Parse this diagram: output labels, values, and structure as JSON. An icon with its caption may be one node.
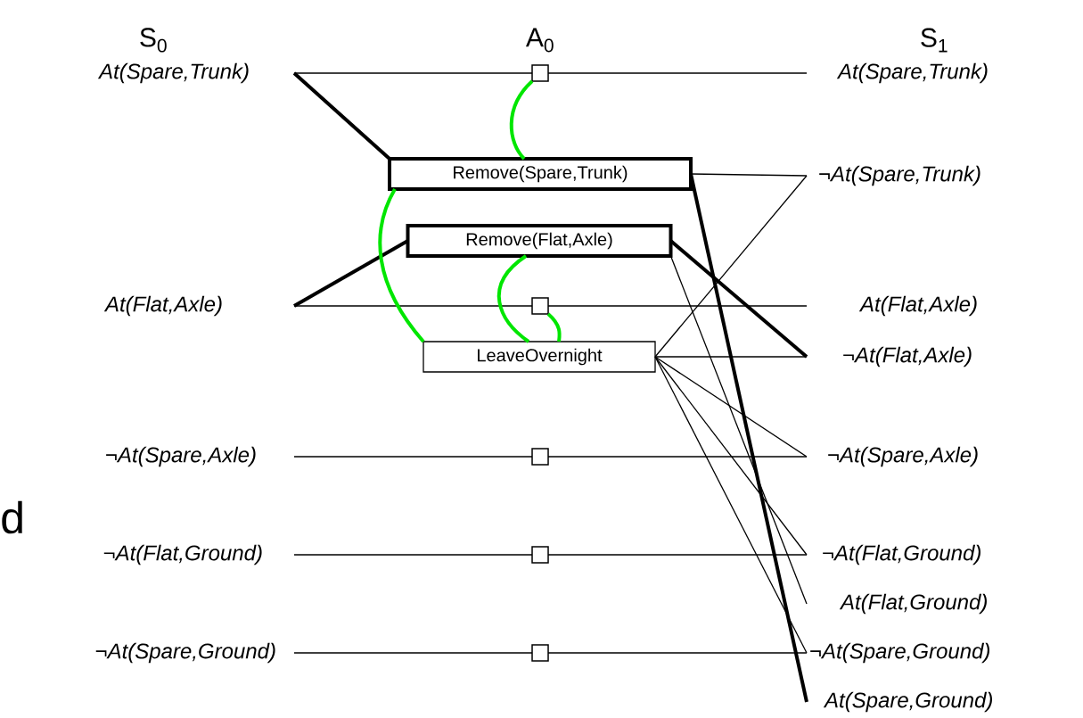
{
  "diagram": {
    "nodes": [
      {
        "text": [
          "At(Spare,Trunk)"
        ]
      },
      {
        "text": [
          "At(Flat,Axle)"
        ]
      },
      {
        "text": [
          "¬At(Spare,Axle)"
        ]
      },
      {
        "text": [
          "¬At(Flat,Ground)"
        ]
      },
      {
        "text": [
          "¬At(Spare,Ground)"
        ]
      },
      {
        "text": [
          "Remove(Spare,Trunk)"
        ]
      },
      {
        "text": [
          "Remove(Flat,Axle)"
        ]
      },
      {
        "text": [
          "LeaveOvernight"
        ]
      },
      {
        "text": [],
        "shape": "box"
      },
      {
        "text": [],
        "shape": "box"
      },
      {
        "text": [],
        "shape": "box"
      },
      {
        "text": [],
        "shape": "box"
      },
      {
        "text": [],
        "shape": "box"
      },
      {
        "text": [
          "At(Spare,Trunk)"
        ]
      },
      {
        "text": [
          "¬At(Spare,Trunk)"
        ]
      },
      {
        "text": [
          "At(Flat,Axle)"
        ]
      },
      {
        "text": [
          "¬At(Flat,Axle)"
        ]
      },
      {
        "text": [
          "¬At(Spare,Axle)"
        ]
      },
      {
        "text": [
          "¬At(Flat,Ground)"
        ]
      },
      {
        "text": [
          "At(Flat,Ground)"
        ]
      },
      {
        "text": [
          "¬At(Spare,Ground)"
        ]
      },
      {
        "text": [
          "At(Spare,Ground)"
        ]
      }
    ],
    "edges": [
      {
        "from": 0,
        "to": 8,
        "arrow": "none"
      },
      {
        "from": 8,
        "to": 13,
        "arrow": "none"
      },
      {
        "from": 1,
        "to": 9,
        "arrow": "none"
      },
      {
        "from": 9,
        "to": 15,
        "arrow": "none"
      },
      {
        "from": 2,
        "to": 10,
        "arrow": "none"
      },
      {
        "from": 10,
        "to": 17,
        "arrow": "none"
      },
      {
        "from": 3,
        "to": 11,
        "arrow": "none"
      },
      {
        "from": 11,
        "to": 18,
        "arrow": "none"
      },
      {
        "from": 4,
        "to": 12,
        "arrow": "none"
      },
      {
        "from": 12,
        "to": 20,
        "arrow": "none"
      },
      {
        "from": 0,
        "to": 5,
        "arrow": "none",
        "style": "thick"
      },
      {
        "from": 1,
        "to": 6,
        "arrow": "none",
        "style": "thick"
      },
      {
        "from": 5,
        "to": 14,
        "arrow": "none"
      },
      {
        "from": 5,
        "to": 21,
        "arrow": "none",
        "style": "thick"
      },
      {
        "from": 6,
        "to": 16,
        "arrow": "none",
        "style": "thick"
      },
      {
        "from": 6,
        "to": 19,
        "arrow": "none"
      },
      {
        "from": 7,
        "to": 14,
        "arrow": "none"
      },
      {
        "from": 7,
        "to": 16,
        "arrow": "none"
      },
      {
        "from": 7,
        "to": 17,
        "arrow": "none"
      },
      {
        "from": 7,
        "to": 18,
        "arrow": "none"
      },
      {
        "from": 7,
        "to": 20,
        "arrow": "none"
      },
      {
        "from": 8,
        "to": 5,
        "arrow": "none",
        "style": "thick",
        "color": "#00e600"
      },
      {
        "from": 5,
        "to": 7,
        "arrow": "none",
        "style": "thick",
        "color": "#00e600"
      },
      {
        "from": 6,
        "to": 7,
        "arrow": "none",
        "style": "thick",
        "color": "#00e600"
      },
      {
        "from": 9,
        "to": 7,
        "arrow": "none",
        "style": "thick",
        "color": "#00e600"
      }
    ],
    "labels": [
      "S$_{0}$",
      "A$_{0}$",
      "S$_{1}$",
      "d"
    ]
  }
}
